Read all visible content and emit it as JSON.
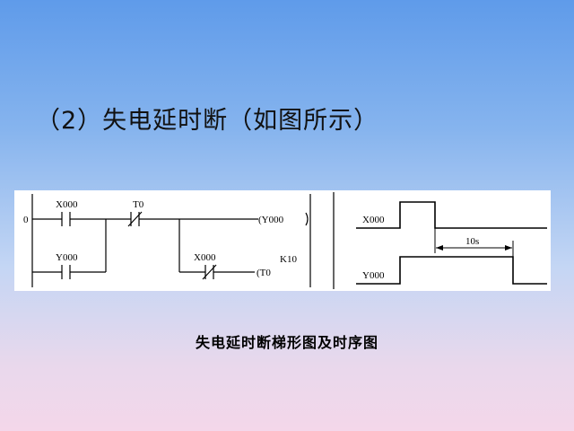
{
  "slide": {
    "title": "（2）失电延时断（如图所示）",
    "caption": "失电延时断梯形图及时序图",
    "background_top": "#5f9bea",
    "background_bottom": "#f4d7ea"
  },
  "ladder": {
    "step_number": "0",
    "rung1_contact_top": "X000",
    "rung1_contact_branch": "Y000",
    "rung1_contact_nc": "T0",
    "rung1_coil": "(Y000",
    "rung2_contact_nc": "X000",
    "rung2_coil": "(T0",
    "rung2_setting": "K10"
  },
  "timing": {
    "signal1": "X000",
    "signal2": "Y000",
    "delay_label": "10s"
  }
}
